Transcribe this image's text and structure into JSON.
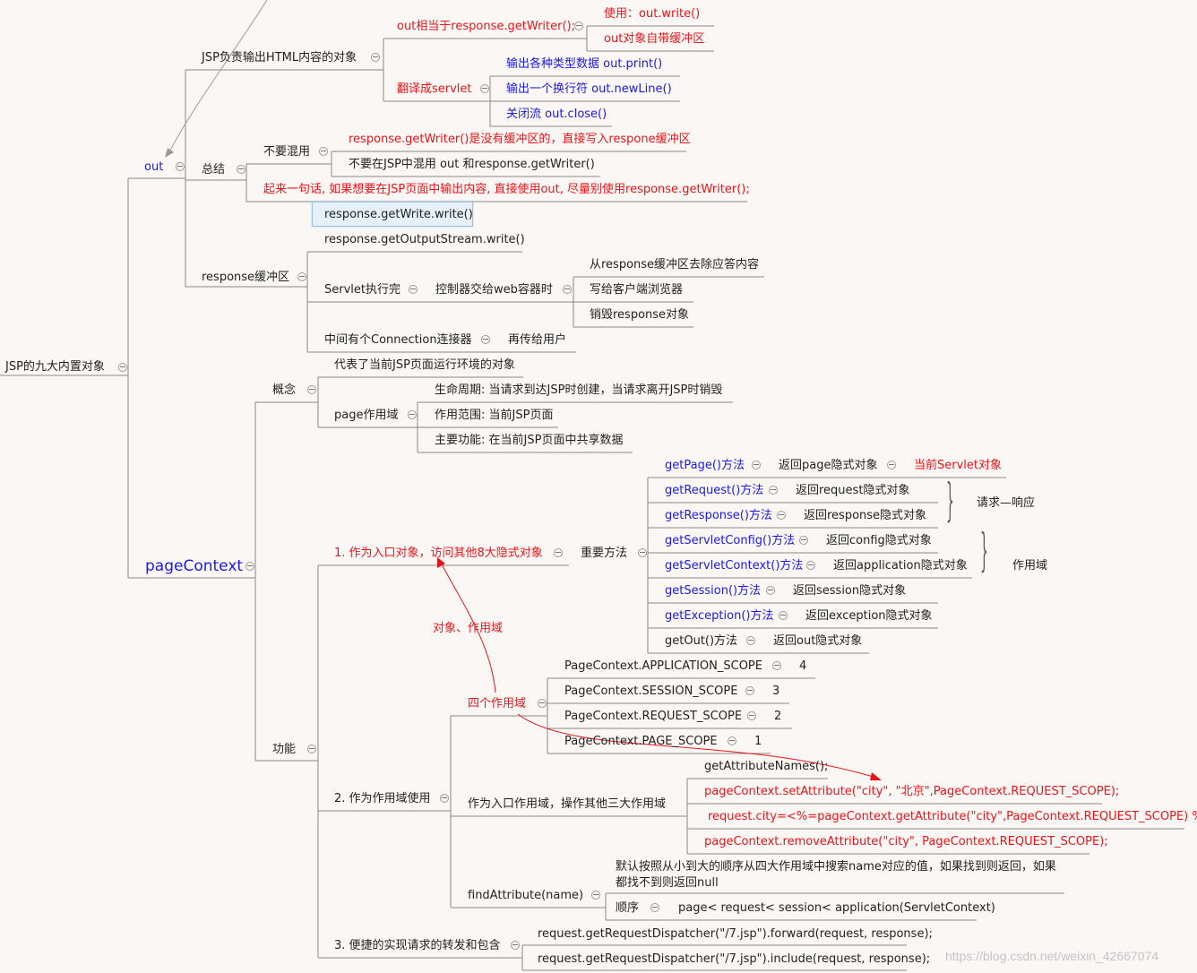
{
  "root": "JSP的九大内置对象",
  "out": {
    "label": "out",
    "jsp_output": "JSP负责输出HTML内容的对象",
    "equals": "out相当于response.getWriter();",
    "use": "使用：out.write()",
    "buffer": "out对象自带缓冲区",
    "translate": "翻译成servlet",
    "print": "输出各种类型数据 out.print()",
    "newline": "输出一个换行符 out.newLine()",
    "close": "关闭流 out.close()",
    "summary": "总结",
    "no_mix": "不要混用",
    "writer_note": "response.getWriter()是没有缓冲区的，直接写入respone缓冲区",
    "no_mix_note": "不要在JSP中混用   out   和response.getWriter()",
    "conclusion": "起来一句话, 如果想要在JSP页面中输出内容, 直接使用out, 尽量别使用response.getWriter();",
    "resp_buffer": "response缓冲区",
    "get_write": "response.getWrite.write()",
    "get_output": "response.getOutputStream.write()",
    "servlet_done": "Servlet执行完",
    "controller": "控制器交给web容器时",
    "remove": "从response缓冲区去除应答内容",
    "write_client": "写给客户端浏览器",
    "destroy": "销毁response对象",
    "connection": "中间有个Connection连接器",
    "to_user": "再传给用户"
  },
  "pc": {
    "label": "pageContext",
    "concept": "概念",
    "represents": "代表了当前JSP页面运行环境的对象",
    "page_scope": "page作用域",
    "lifecycle": "生命周期: 当请求到达JSP时创建，当请求离开JSP时销毁",
    "range": "作用范围: 当前JSP页面",
    "main_func": "主要功能: 在当前JSP页面中共享数据",
    "function": "功能",
    "entry": "1. 作为入口对象，访问其他8大隐式对象",
    "methods": "重要方法",
    "m1": "getPage()方法",
    "r1": "返回page隐式对象",
    "r1b": "当前Servlet对象",
    "m2": "getRequest()方法",
    "r2": "返回request隐式对象",
    "m3": "getResponse()方法",
    "r3": "返回response隐式对象",
    "req_resp": "请求—响应",
    "m4": "getServletConfig()方法",
    "r4": "返回config隐式对象",
    "m5": "getServletContext()方法",
    "r5": "返回application隐式对象",
    "m6": "getSession()方法",
    "r6": "返回session隐式对象",
    "m7": "getException()方法",
    "r7": "返回exception隐式对象",
    "m8": "getOut()方法",
    "r8": "返回out隐式对象",
    "scope_brace": "作用域",
    "obj_scope": "对象、作用域",
    "four_scopes": "四个作用域",
    "s1": "PageContext.APPLICATION_SCOPE",
    "v1": "4",
    "s2": "PageContext.SESSION_SCOPE",
    "v2": "3",
    "s3": "PageContext.REQUEST_SCOPE",
    "v3": "2",
    "s4": "PageContext.PAGE_SCOPE",
    "v4": "1",
    "as_scope": "2. 作为作用域使用",
    "entry_scope": "作为入口作用域，操作其他三大作用域",
    "a1": "getAttributeNames();",
    "a2": "pageContext.setAttribute(\"city\", \"北京\",PageContext.REQUEST_SCOPE);",
    "a3": "request.city=<%=pageContext.getAttribute(\"city\",PageContext.REQUEST_SCOPE) %>",
    "a4": "pageContext.removeAttribute(\"city\", PageContext.REQUEST_SCOPE);",
    "find": "findAttribute(name)",
    "find_desc1": "默认按照从小到大的顺序从四大作用域中搜索name对应的值，如果找到则返回，如果",
    "find_desc2": "都找不到则返回null",
    "order": "顺序",
    "order_val": "page< request< session< application(ServletContext)",
    "forward_label": "3. 便捷的实现请求的转发和包含",
    "forward": "request.getRequestDispatcher(\"/7.jsp\").forward(request, response);",
    "include": "request.getRequestDispatcher(\"/7.jsp\").include(request, response);"
  },
  "watermark": "https://blog.csdn.net/weixin_42667074"
}
